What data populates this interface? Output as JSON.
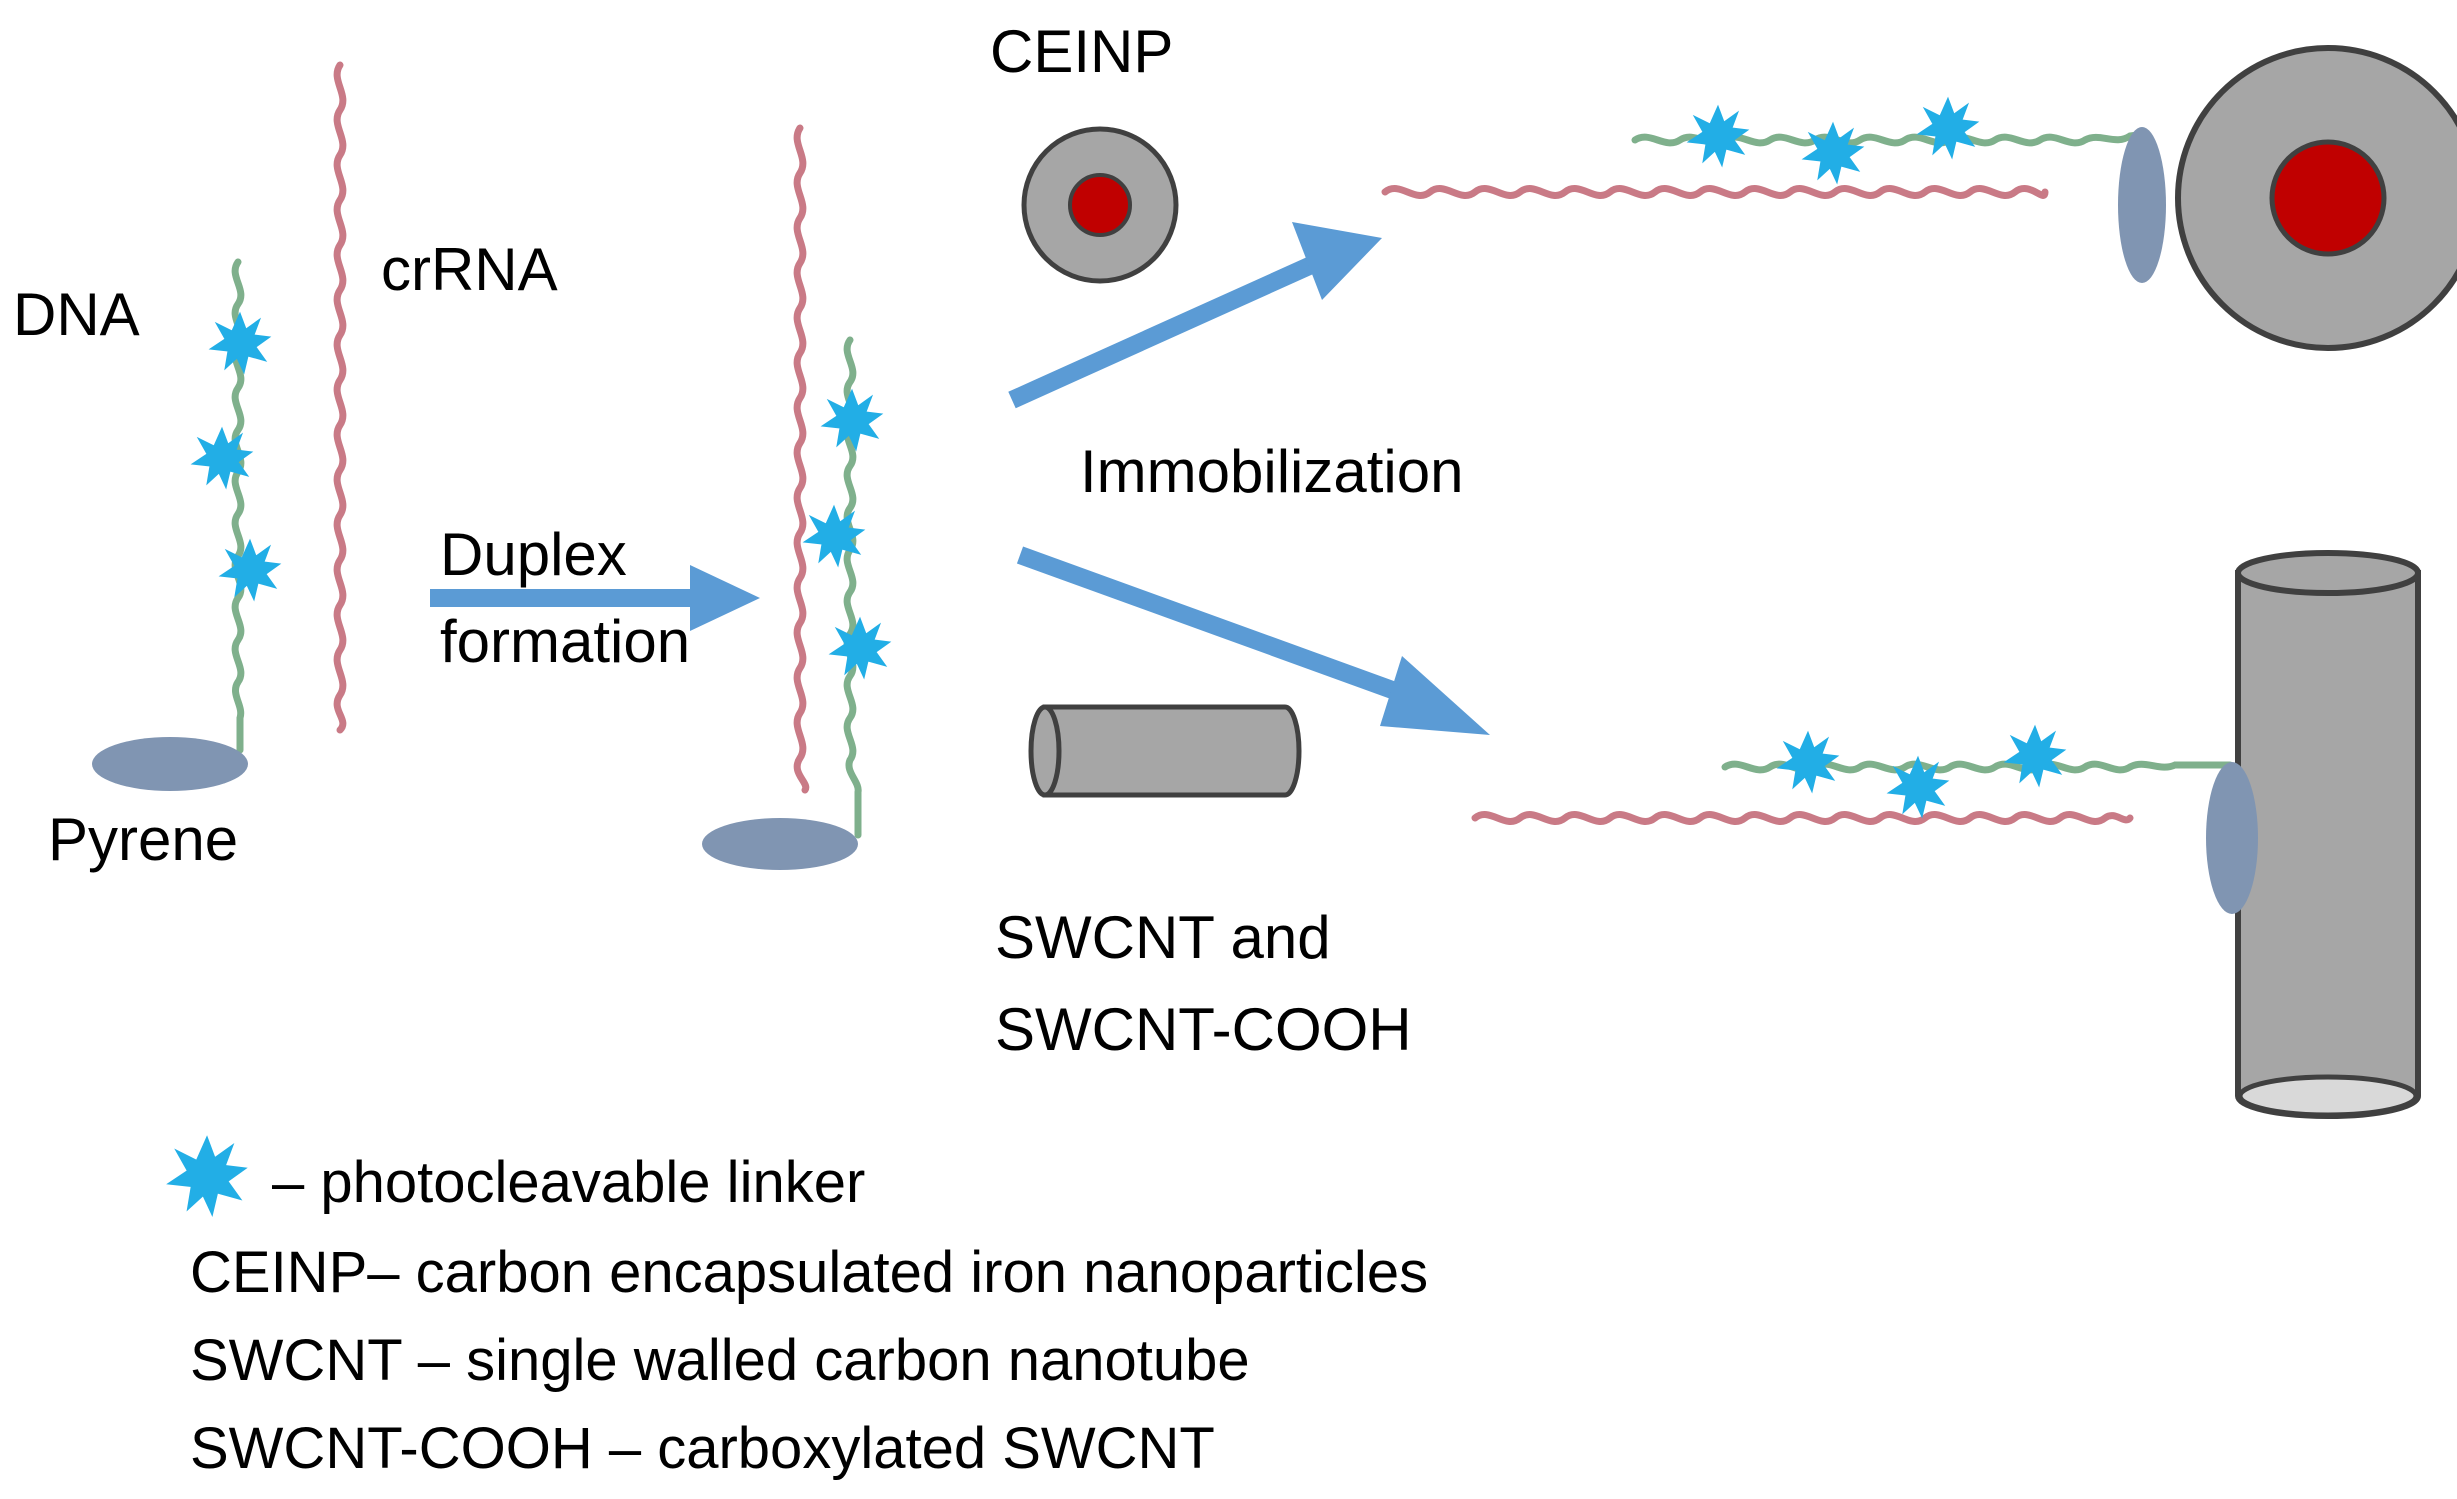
{
  "labels": {
    "dna": "DNA",
    "crrna": "crRNA",
    "pyrene": "Pyrene",
    "duplex_line1": "Duplex",
    "duplex_line2": "formation",
    "ceinp": "CEINP",
    "immobilization": "Immobilization",
    "swcnt_line1": "SWCNT and",
    "swcnt_line2": "SWCNT-COOH"
  },
  "legend": {
    "star_text": "– photocleavable linker",
    "ceinp": "CEINP– carbon encapsulated iron nanoparticles",
    "swcnt": "SWCNT – single walled carbon nanotube",
    "swcnt_cooh": "SWCNT-COOH – carboxylated SWCNT"
  },
  "colors": {
    "rna_strand": "#c97a86",
    "dna_strand": "#7fb08c",
    "linker_star": "#22aee6",
    "arrow": "#5b9bd5",
    "pyrene": "#8095b2",
    "particle_shell": "#a6a6a6",
    "particle_core": "#c00000",
    "nanotube": "#a6a6a6",
    "outline": "#404040"
  },
  "icons": {
    "linker": "star-burst-icon",
    "arrow": "block-arrow-icon"
  }
}
